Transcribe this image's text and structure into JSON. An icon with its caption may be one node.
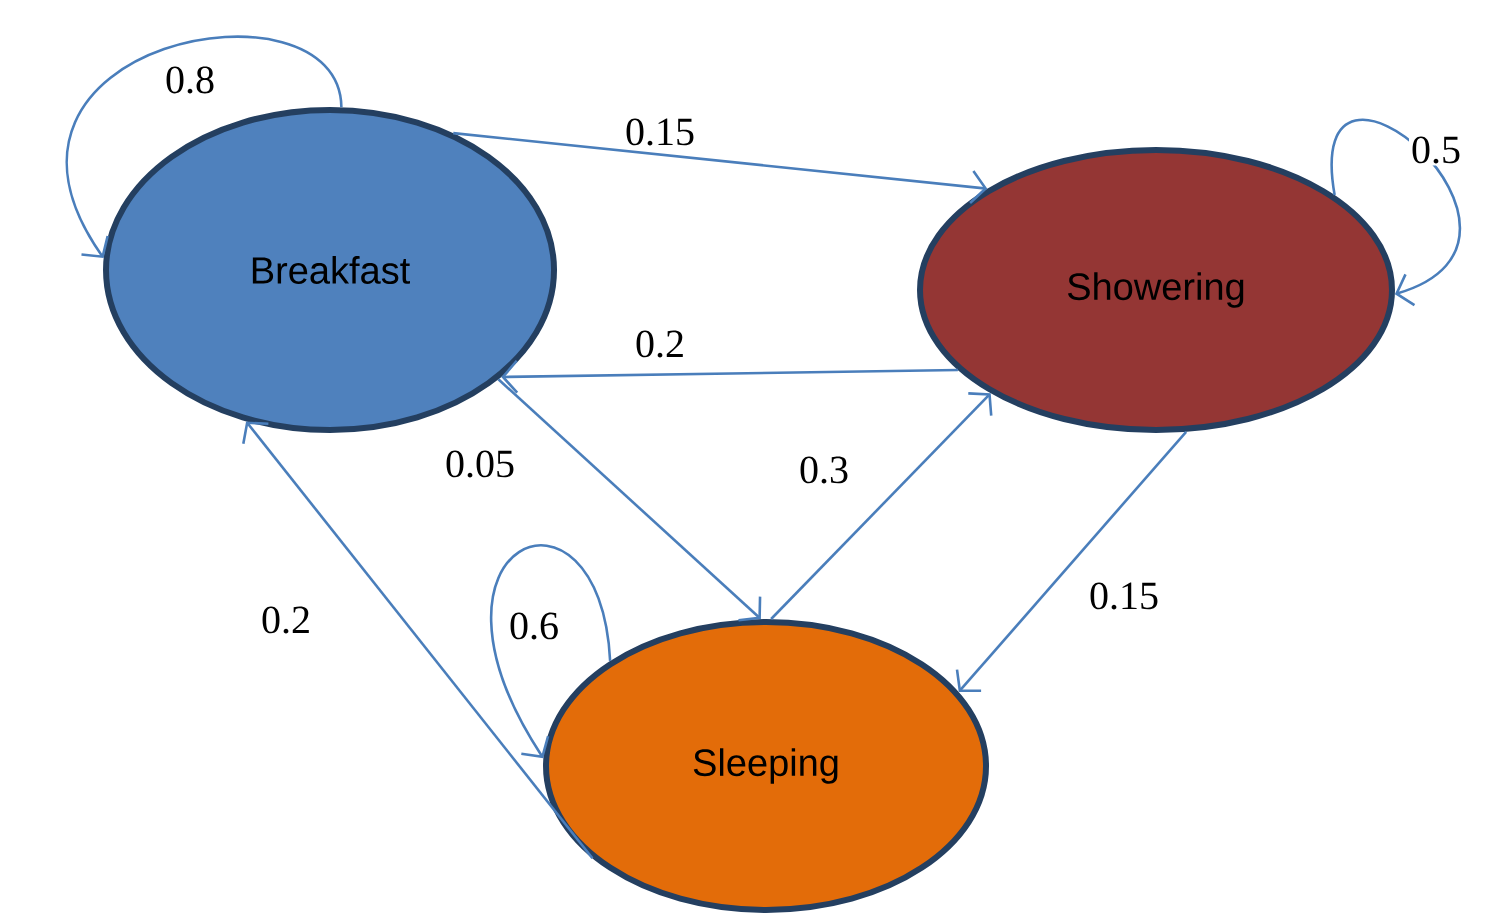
{
  "diagram": {
    "nodes": [
      {
        "text": [
          "Breakfast"
        ]
      },
      {
        "text": [
          "Showering"
        ]
      },
      {
        "text": [
          "Sleeping"
        ]
      }
    ],
    "edges": [
      {
        "from": 0,
        "to": 0,
        "arrow": "to",
        "label": "0.8"
      },
      {
        "from": 0,
        "to": 1,
        "arrow": "to",
        "label": "0.15"
      },
      {
        "from": 1,
        "to": 1,
        "arrow": "to",
        "label": "0.5"
      },
      {
        "from": 1,
        "to": 0,
        "arrow": "to",
        "label": "0.2"
      },
      {
        "from": 0,
        "to": 2,
        "arrow": "to",
        "label": "0.05"
      },
      {
        "from": 2,
        "to": 1,
        "arrow": "to",
        "label": "0.3"
      },
      {
        "from": 1,
        "to": 2,
        "arrow": "to",
        "label": "0.15"
      },
      {
        "from": 2,
        "to": 0,
        "arrow": "to",
        "label": "0.2"
      },
      {
        "from": 2,
        "to": 2,
        "arrow": "to",
        "label": "0.6"
      }
    ]
  }
}
